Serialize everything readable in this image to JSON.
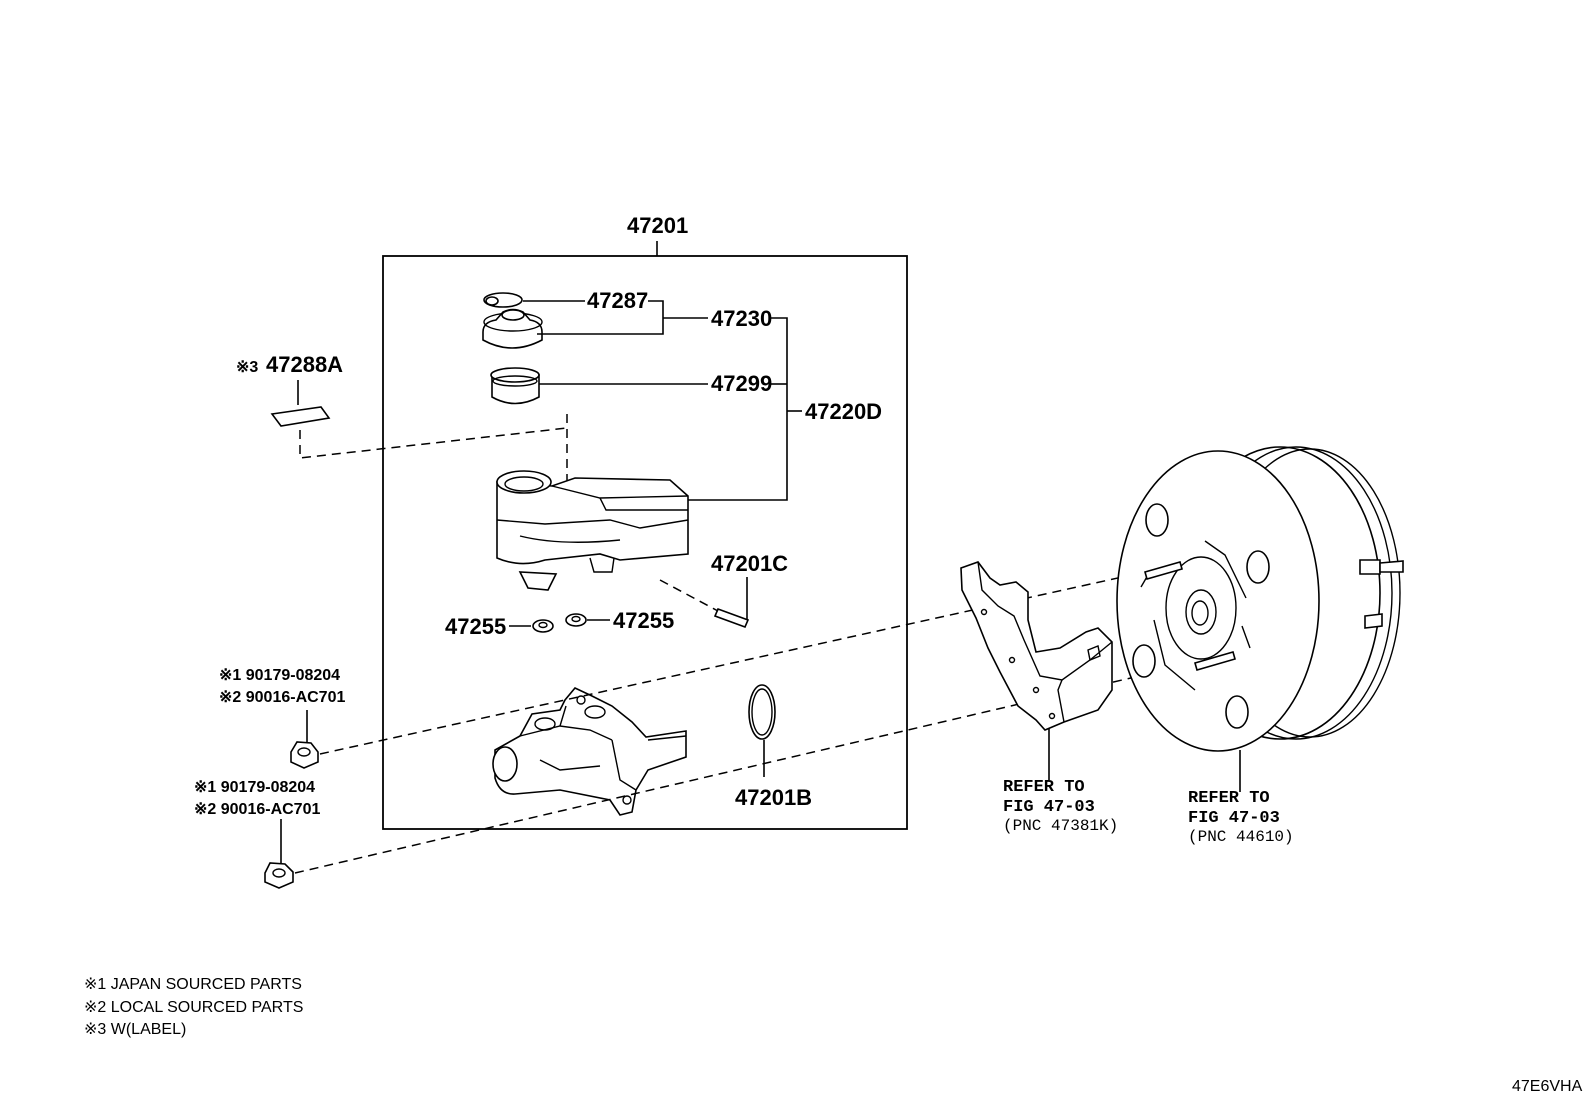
{
  "diagram": {
    "assembly_number": "47201",
    "callouts": {
      "p47287": "47287",
      "p47230": "47230",
      "p47299": "47299",
      "p47220D": "47220D",
      "p47201C": "47201C",
      "p47255_left": "47255",
      "p47255_right": "47255",
      "p47201B": "47201B",
      "p47288A_mark": "※3",
      "p47288A": "47288A"
    },
    "nuts": [
      {
        "line1": "※1 90179-08204",
        "line2": "※2 90016-AC701"
      },
      {
        "line1": "※1 90179-08204",
        "line2": "※2 90016-AC701"
      }
    ],
    "refer_bracket": {
      "line1": "REFER TO",
      "line2": "FIG 47-03",
      "line3": "(PNC 47381K)"
    },
    "refer_booster": {
      "line1": "REFER TO",
      "line2": "FIG 47-03",
      "line3": "(PNC 44610)"
    }
  },
  "notes": [
    "※1 JAPAN SOURCED PARTS",
    "※2 LOCAL SOURCED PARTS",
    "※3 W(LABEL)"
  ],
  "figure_code": "47E6VHA"
}
